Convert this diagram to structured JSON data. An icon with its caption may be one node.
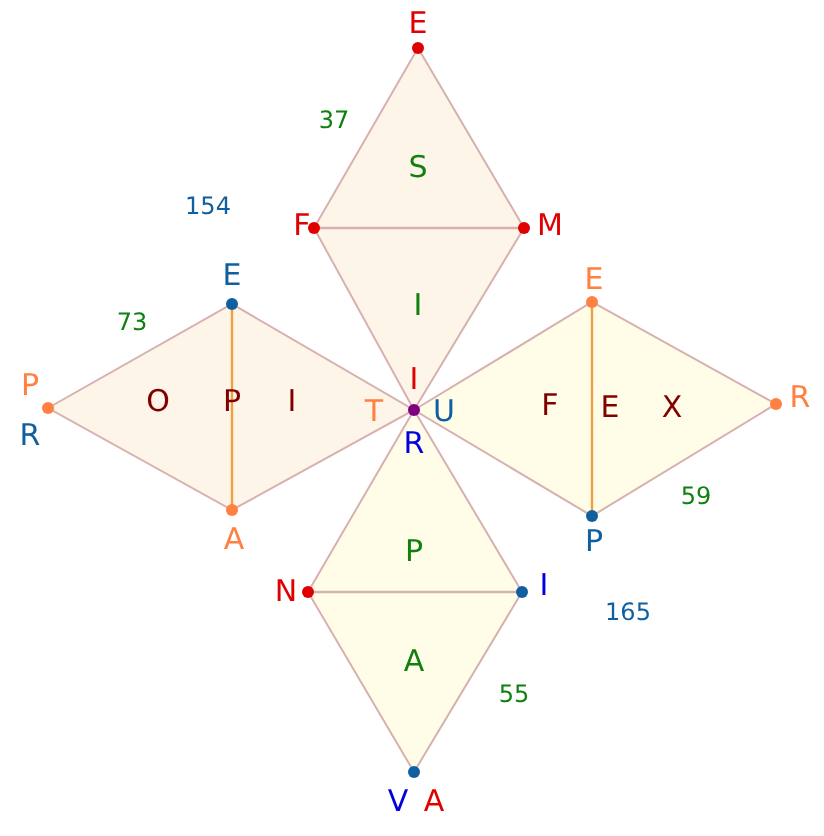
{
  "diagram": {
    "nodes": [
      {
        "text": [
          "S",
          "I"
        ]
      },
      {
        "text": [
          "O",
          "P",
          "I"
        ]
      },
      {
        "text": [
          "F",
          "E",
          "X"
        ]
      },
      {
        "text": [
          "P",
          "A"
        ]
      }
    ],
    "labels": [
      "E",
      "37",
      "154",
      "F",
      "M",
      "E",
      "E",
      "73",
      "P",
      "I",
      "T",
      "U",
      "R",
      "R",
      "R",
      "59",
      "A",
      "P",
      "N",
      "I",
      "165",
      "55",
      "V",
      "A"
    ]
  }
}
